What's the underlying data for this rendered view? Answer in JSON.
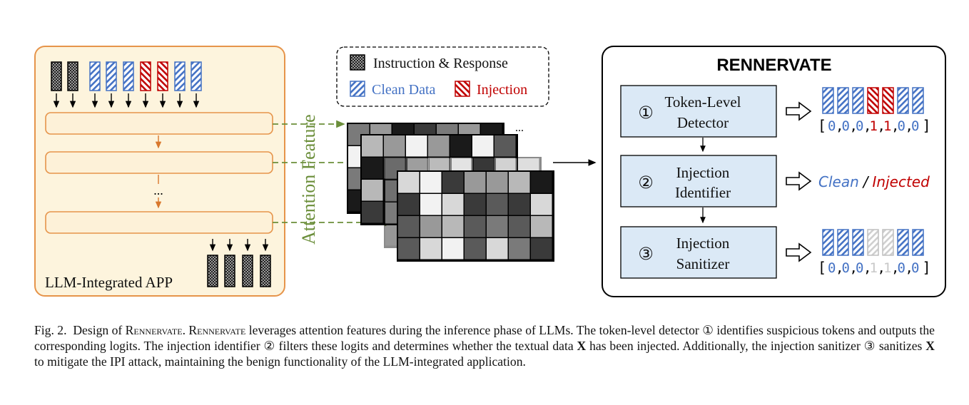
{
  "app": {
    "label": "LLM-Integrated APP",
    "ellipsis": "..."
  },
  "legend": {
    "instruction": "Instruction & Response",
    "clean": "Clean Data",
    "injection": "Injection"
  },
  "attention_label": "Attention Feature",
  "rennervate": {
    "title": "RENNERVATE",
    "modules": [
      {
        "num": "①",
        "line1": "Token-Level",
        "line2": "Detector"
      },
      {
        "num": "②",
        "line1": "Injection",
        "line2": "Identifier"
      },
      {
        "num": "③",
        "line1": "Injection",
        "line2": "Sanitizer"
      }
    ],
    "out1_tokens": [
      "clean",
      "clean",
      "clean",
      "inj",
      "inj",
      "clean",
      "clean"
    ],
    "out1_values": [
      "0",
      "0",
      "0",
      "1",
      "1",
      "0",
      "0"
    ],
    "out2_clean": "Clean",
    "out2_sep": "/",
    "out2_injected": "Injected",
    "out3_tokens": [
      "clean",
      "clean",
      "clean",
      "gray",
      "gray",
      "clean",
      "clean"
    ],
    "out3_values": [
      "0",
      "0",
      "0",
      "1",
      "1",
      "0",
      "0"
    ]
  },
  "caption": {
    "fig": "Fig. 2.",
    "design_of": "Design of",
    "name": "Rennervate",
    "sentence1_rest": "leverages attention features during the inference phase of LLMs. The token-level detector",
    "c1": "①",
    "sentence2a": "identifies suspicious tokens and outputs the corresponding logits. The injection identifier",
    "c2": "②",
    "sentence3a": "filters these logits and determines whether the textual data",
    "x": "X",
    "sentence3b": "has been injected. Additionally, the injection sanitizer",
    "c3": "③",
    "sentence4a": "sanitizes",
    "sentence4b": "to mitigate the IPI attack, maintaining the benign functionality of the LLM-integrated application."
  },
  "colors": {
    "clean": "#4472c4",
    "injection": "#c00000",
    "app_bg": "#fdf4dd",
    "app_border": "#e6944a",
    "module_bg": "#dbe9f6",
    "arrow_green": "#6b8e3a",
    "arrow_orange": "#d9782d"
  }
}
